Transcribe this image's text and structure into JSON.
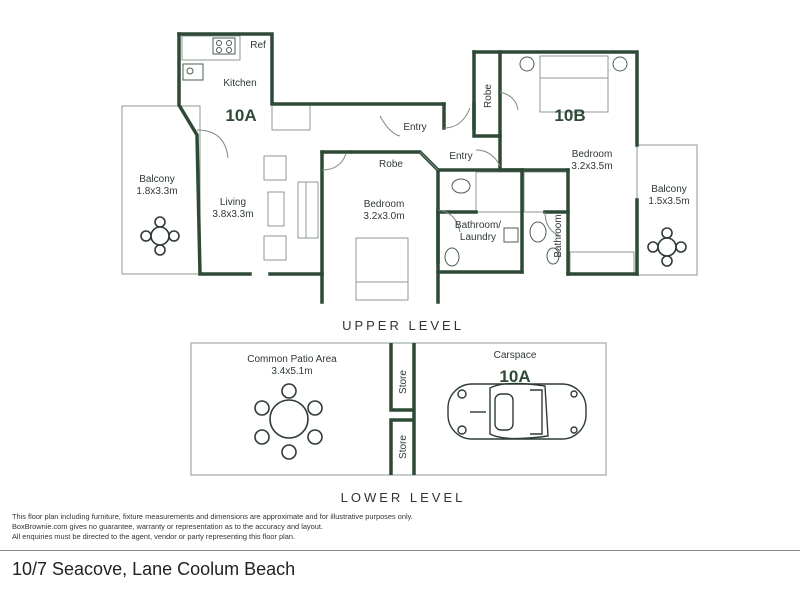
{
  "levels": {
    "upper": "UPPER LEVEL",
    "lower": "LOWER LEVEL"
  },
  "units": {
    "a": "10A",
    "b": "10B",
    "carspace": "10A"
  },
  "rooms": {
    "ref": "Ref",
    "kitchen": "Kitchen",
    "entry_a": "Entry",
    "entry_b": "Entry",
    "balcony_a": {
      "name": "Balcony",
      "size": "1.8x3.3m"
    },
    "living": {
      "name": "Living",
      "size": "3.8x3.3m"
    },
    "robe_a": "Robe",
    "bedroom_a": {
      "name": "Bedroom",
      "size": "3.2x3.0m"
    },
    "bathroom_laundry": {
      "line1": "Bathroom/",
      "line2": "Laundry"
    },
    "robe_b": "Robe",
    "bedroom_b": {
      "name": "Bedroom",
      "size": "3.2x3.5m"
    },
    "bathroom_b": "Bathroom",
    "balcony_b": {
      "name": "Balcony",
      "size": "1.5x3.5m"
    },
    "patio": {
      "name": "Common Patio Area",
      "size": "3.4x5.1m"
    },
    "carspace": "Carspace",
    "store_top": "Store",
    "store_bottom": "Store"
  },
  "disclaimer": [
    "This floor plan including furniture, fixture measurements and dimensions are approximate and for illustrative purposes only.",
    "BoxBrownie.com gives no guarantee, warranty or representation as to the accuracy and layout.",
    "All enquiries must be directed to the agent, vendor or party representing this floor plan."
  ],
  "address": "10/7 Seacove, Lane Coolum Beach",
  "colors": {
    "wall": "#2e4a37",
    "thin_line": "#7a8a7f",
    "text": "#2f3a33"
  }
}
